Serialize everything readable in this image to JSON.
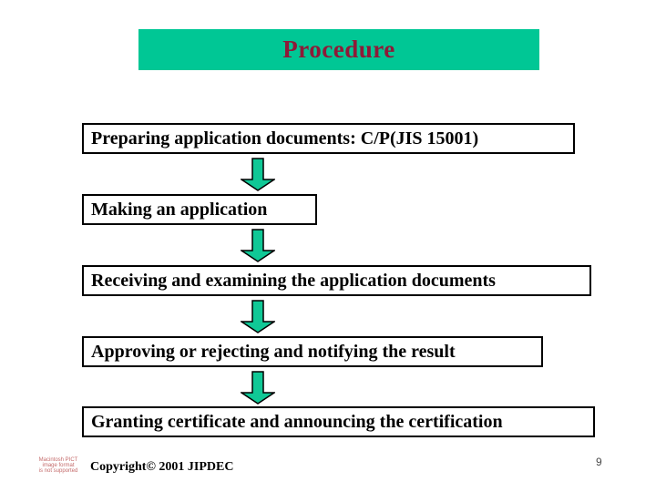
{
  "slide": {
    "title": "Procedure",
    "page_number": "9",
    "steps": [
      {
        "label": "Preparing application documents: C/P(JIS 15001)"
      },
      {
        "label": "Making an application"
      },
      {
        "label": "Receiving and examining the application documents"
      },
      {
        "label": "Approving or rejecting and notifying the result"
      },
      {
        "label": "Granting certificate and announcing the certification"
      }
    ],
    "footer": {
      "copyright": "Copyright© 2001 JIPDEC",
      "watermark_lines": {
        "0": "Macintosh PICT",
        "1": "image format",
        "2": "is not supported"
      }
    },
    "colors": {
      "title_bar_bg": "#00C795",
      "title_text": "#8E1A38",
      "arrow_fill": "#10C896",
      "arrow_outline": "#000000",
      "box_border": "#000000",
      "box_bg": "#FFFFFF",
      "watermark_red": "#C46A6A"
    }
  }
}
